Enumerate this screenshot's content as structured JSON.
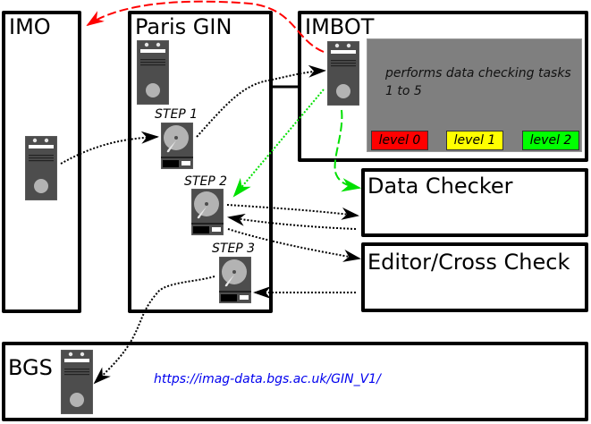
{
  "boxes": {
    "imo": {
      "title": "IMO"
    },
    "paris_gin": {
      "title": "Paris GIN"
    },
    "imbot": {
      "title": "IMBOT"
    },
    "data_checker": {
      "title": "Data Checker"
    },
    "editor": {
      "title": "Editor/Cross Check"
    },
    "bgs": {
      "title": "BGS"
    }
  },
  "steps": [
    "STEP 1",
    "STEP 2",
    "STEP 3"
  ],
  "imbot_panel": {
    "description": "performs data checking tasks 1 to 5",
    "levels": [
      {
        "label": "level 0",
        "color": "#ff0000"
      },
      {
        "label": "level 1",
        "color": "#ffff00"
      },
      {
        "label": "level 2",
        "color": "#00ff00"
      }
    ]
  },
  "bgs_url": "https://imag-data.bgs.ac.uk/GIN_V1/",
  "colors": {
    "url": "#0000ee",
    "red_flow": "#ff0000",
    "green_flow": "#00e000",
    "panel": "#7f7f7f",
    "server_body": "#4d4d4d",
    "disk": "#b3b3b3"
  },
  "icons": {
    "server": "server-icon",
    "hard_disk": "hard-disk-icon"
  }
}
